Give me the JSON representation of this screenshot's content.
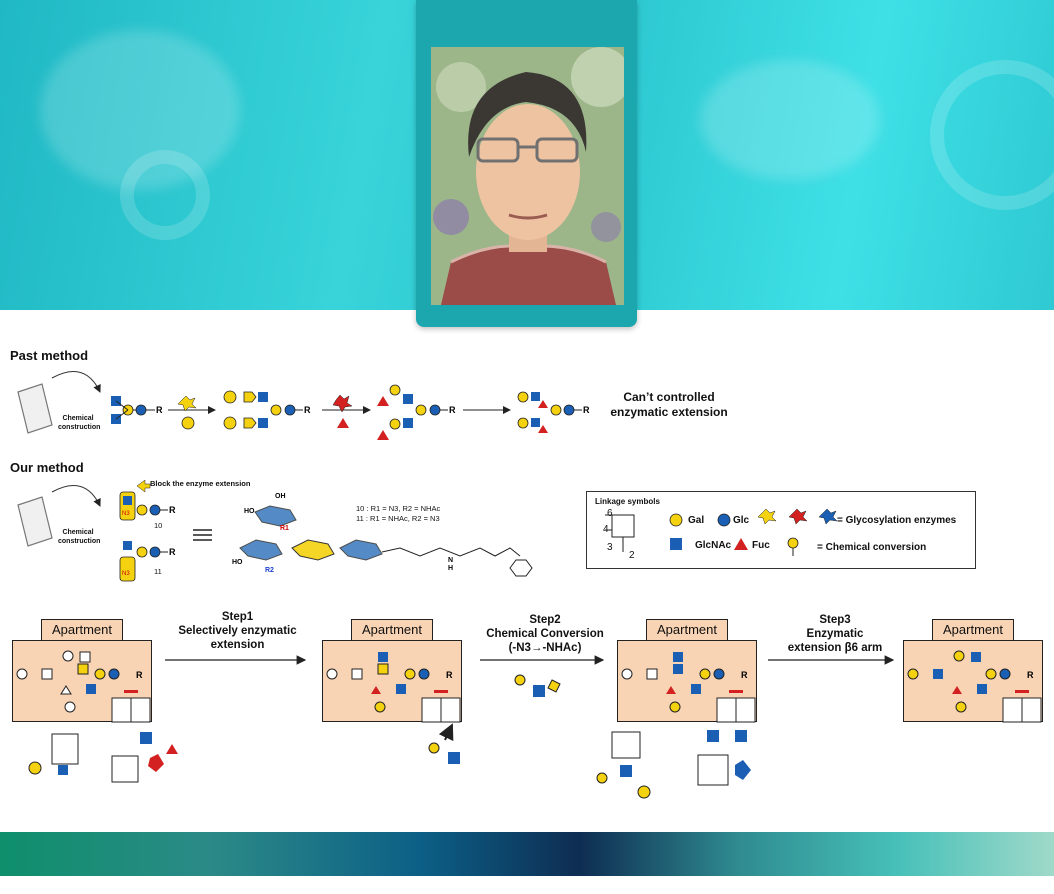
{
  "labels": {
    "past_method": "Past method",
    "our_method": "Our method",
    "chemical_construction_1": "Chemical",
    "chemical_construction_2": "construction",
    "cant_controlled_1": "Can’t controlled",
    "cant_controlled_2": "enzymatic extension",
    "block_enzyme": "Block the enzyme extension",
    "compound_10": "10 : R1 = N3, R2 = NHAc",
    "compound_11": "11 : R1 = NHAc, R2 = N3",
    "num_10": "10",
    "num_11": "11"
  },
  "legend": {
    "title": "Linkage symbols",
    "gal": "Gal",
    "glc": "Glc",
    "glcnac": "GlcNAc",
    "fuc": "Fuc",
    "enzymes": "= Glycosylation enzymes",
    "conversion": "=    Chemical conversion",
    "pos_6": "6",
    "pos_4": "4",
    "pos_3": "3",
    "pos_2": "2"
  },
  "steps": [
    {
      "title": "Step1",
      "line2": "Selectively enzymatic",
      "line3": "extension"
    },
    {
      "title": "Step2",
      "line2": "Chemical Conversion",
      "line3": "(-N3→-NHAc)"
    },
    {
      "title": "Step3",
      "line2": "Enzymatic",
      "line3": "extension β6 arm"
    }
  ],
  "apartment": {
    "label": "Apartment"
  },
  "colors": {
    "banner": "#2cc6cf",
    "frame": "#1ba7ad",
    "gal": "#f5d20f",
    "glc": "#1a5fb4",
    "glcnac": "#1a5fb4",
    "fuc": "#d32020",
    "apartment": "#f9d4b4"
  }
}
